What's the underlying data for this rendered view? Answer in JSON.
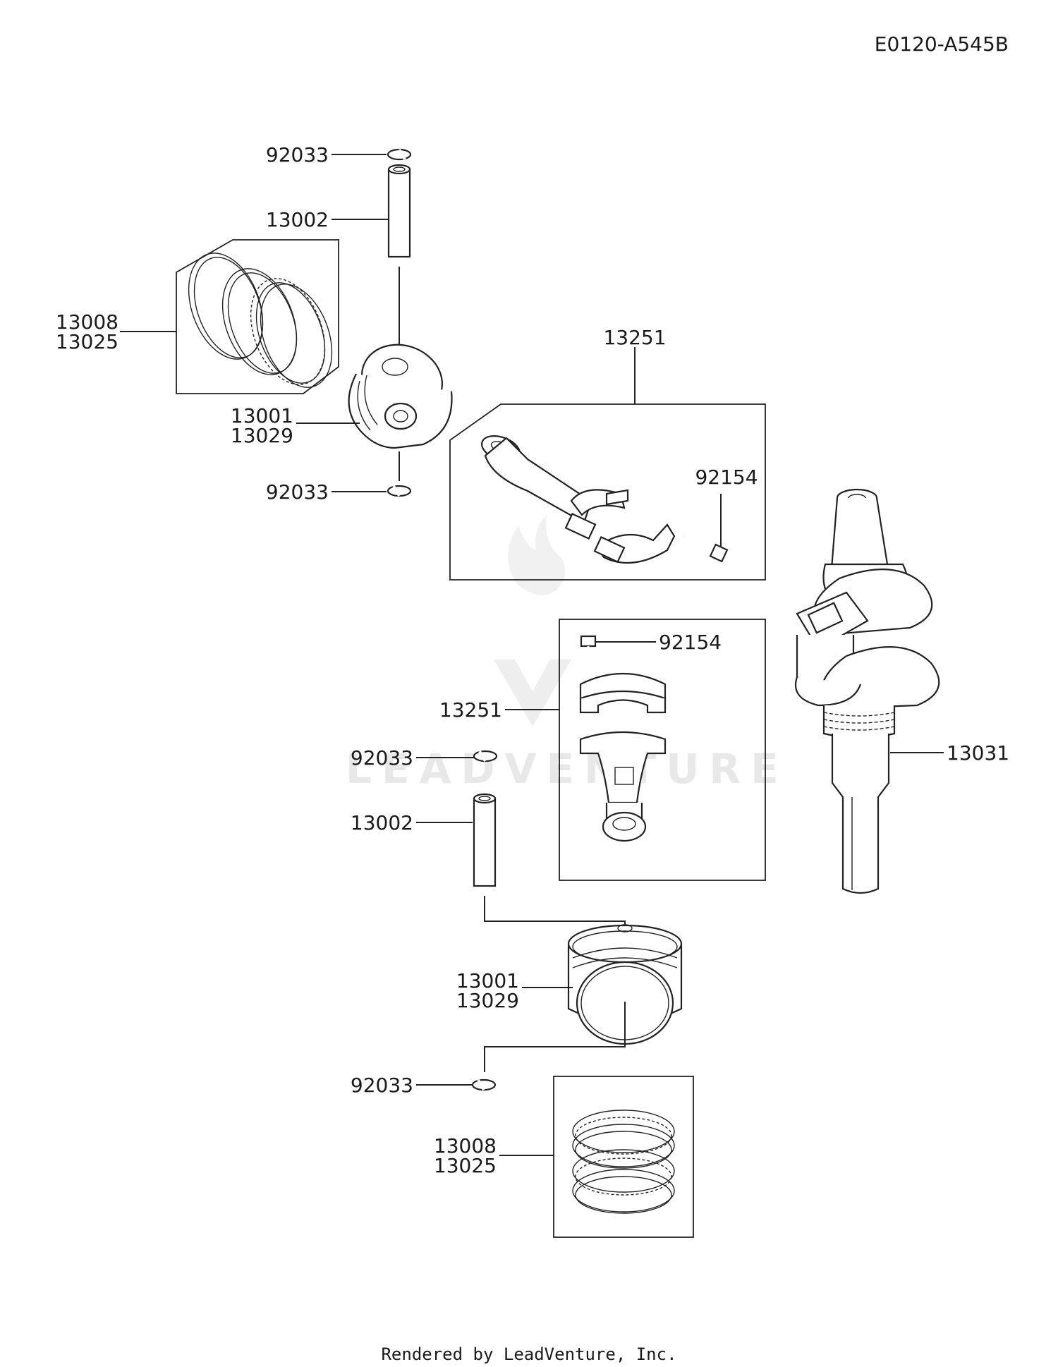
{
  "diagram_code": "E0120-A545B",
  "footer": "Rendered by LeadVenture, Inc.",
  "watermark": "LEADVENTURE",
  "callouts": {
    "snap_ring_top_upper": "92033",
    "piston_pin_upper": "13002",
    "ring_set_upper_a": "13008",
    "ring_set_upper_b": "13025",
    "piston_upper_a": "13001",
    "piston_upper_b": "13029",
    "snap_ring_bottom_upper": "92033",
    "conrod_upper": "13251",
    "conrod_bolt_upper": "92154",
    "conrod_bolt_lower": "92154",
    "conrod_lower": "13251",
    "crankshaft": "13031",
    "snap_ring_top_lower": "92033",
    "piston_pin_lower": "13002",
    "piston_lower_a": "13001",
    "piston_lower_b": "13029",
    "snap_ring_bottom_lower": "92033",
    "ring_set_lower_a": "13008",
    "ring_set_lower_b": "13025"
  }
}
